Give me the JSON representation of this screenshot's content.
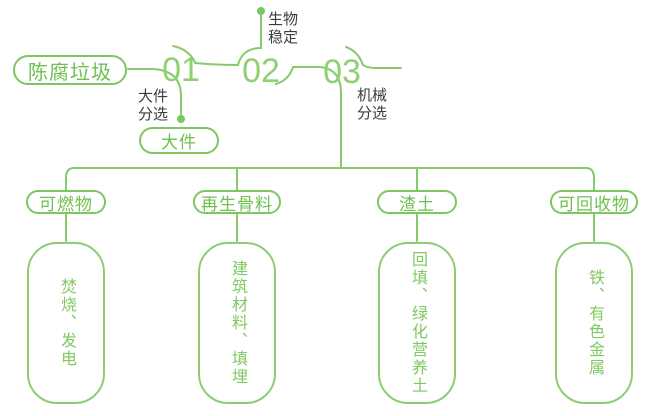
{
  "palette": {
    "green_border": "#7fc562",
    "green_line": "#86ca6b",
    "green_number": "#90d073",
    "green_box_text": "#7ec961",
    "text_dark": "#3c3c3c",
    "background": "#ffffff"
  },
  "source": {
    "label": "陈腐垃圾"
  },
  "steps": [
    {
      "number": "01",
      "process": "大件分选",
      "output": "大件"
    },
    {
      "number": "02",
      "process": "生物稳定"
    },
    {
      "number": "03",
      "process": "机械分选"
    }
  ],
  "branches": [
    {
      "category": "可燃物",
      "result": "焚烧、发电"
    },
    {
      "category": "再生骨料",
      "result": "建筑材料、填埋"
    },
    {
      "category": "渣土",
      "result": "回填、绿化营养土"
    },
    {
      "category": "可回收物",
      "result": "铁、有色金属"
    }
  ]
}
